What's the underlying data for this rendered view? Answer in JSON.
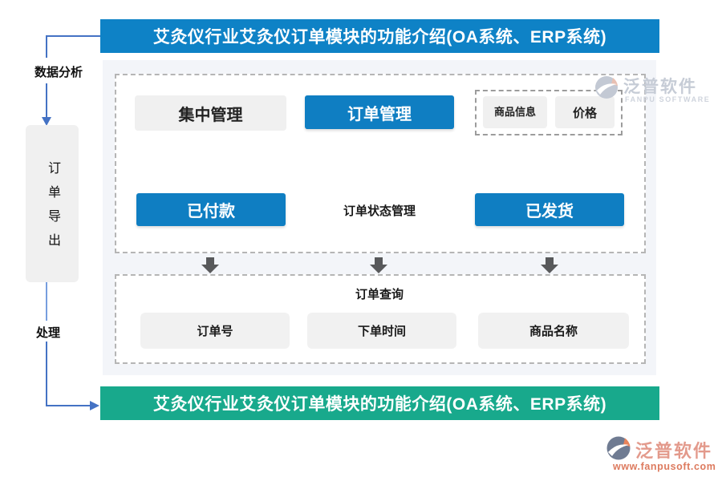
{
  "header": {
    "title": "艾灸仪行业艾灸仪订单模块的功能介绍(OA系统、ERP系统)"
  },
  "footer_banner": {
    "title": "艾灸仪行业艾灸仪订单模块的功能介绍(OA系统、ERP系统)"
  },
  "sidebar": {
    "top_label": "数据分析",
    "box_label": "订单导出",
    "bottom_label": "处理"
  },
  "flow": {
    "row1": {
      "left": "集中管理",
      "center": "订单管理",
      "detail_items": [
        "商品信息",
        "价格"
      ]
    },
    "row2": {
      "left": "已付款",
      "middle": "订单状态管理",
      "right": "已发货"
    },
    "query": {
      "title": "订单查询",
      "items": [
        "订单号",
        "下单时间",
        "商品名称"
      ]
    }
  },
  "watermark": {
    "name": "泛普软件",
    "subtitle": "FANPU SOFTWARE"
  },
  "footer_logo": {
    "name": "泛普软件",
    "url": "www.fanpusoft.com"
  },
  "colors": {
    "banner_blue": "#0e82c6",
    "node_blue": "#0f7ec2",
    "banner_green": "#18a98c",
    "connector_blue": "#4472c4",
    "node_gray": "#f0f0f0",
    "panel_bg": "#f3f5f9"
  }
}
